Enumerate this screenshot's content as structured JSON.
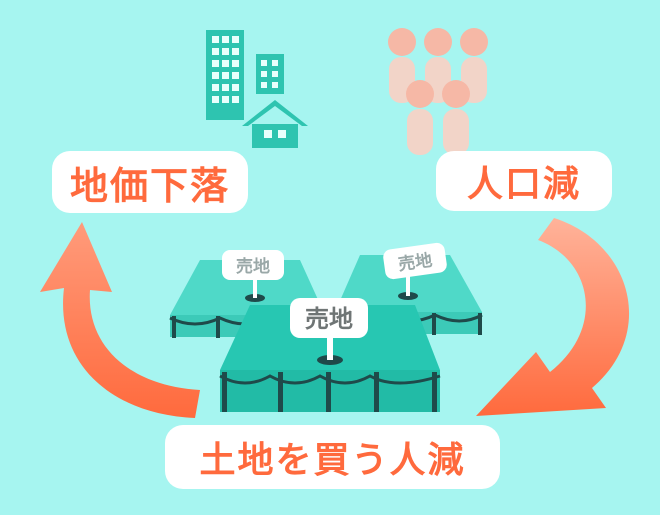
{
  "labels": {
    "land_price_drop": "地価下落",
    "population_decline": "人口減",
    "land_buyer_decline": "土地を買う人減"
  },
  "signs": [
    "売地",
    "売地",
    "売地"
  ],
  "icons": {
    "buildings": "buildings-icon",
    "house": "house-icon",
    "people": "people-group-icon",
    "arrow_left": "cycle-arrow-up-icon",
    "arrow_right": "cycle-arrow-down-icon"
  },
  "colors": {
    "background": "#a6f5f0",
    "accent": "#ff6a3d",
    "building": "#2ec4b0",
    "lot_front": "#27c7b2",
    "lot_back": "#4fd9c8",
    "people_head": "#f6b8a6",
    "people_body": "#f2d4c8"
  }
}
